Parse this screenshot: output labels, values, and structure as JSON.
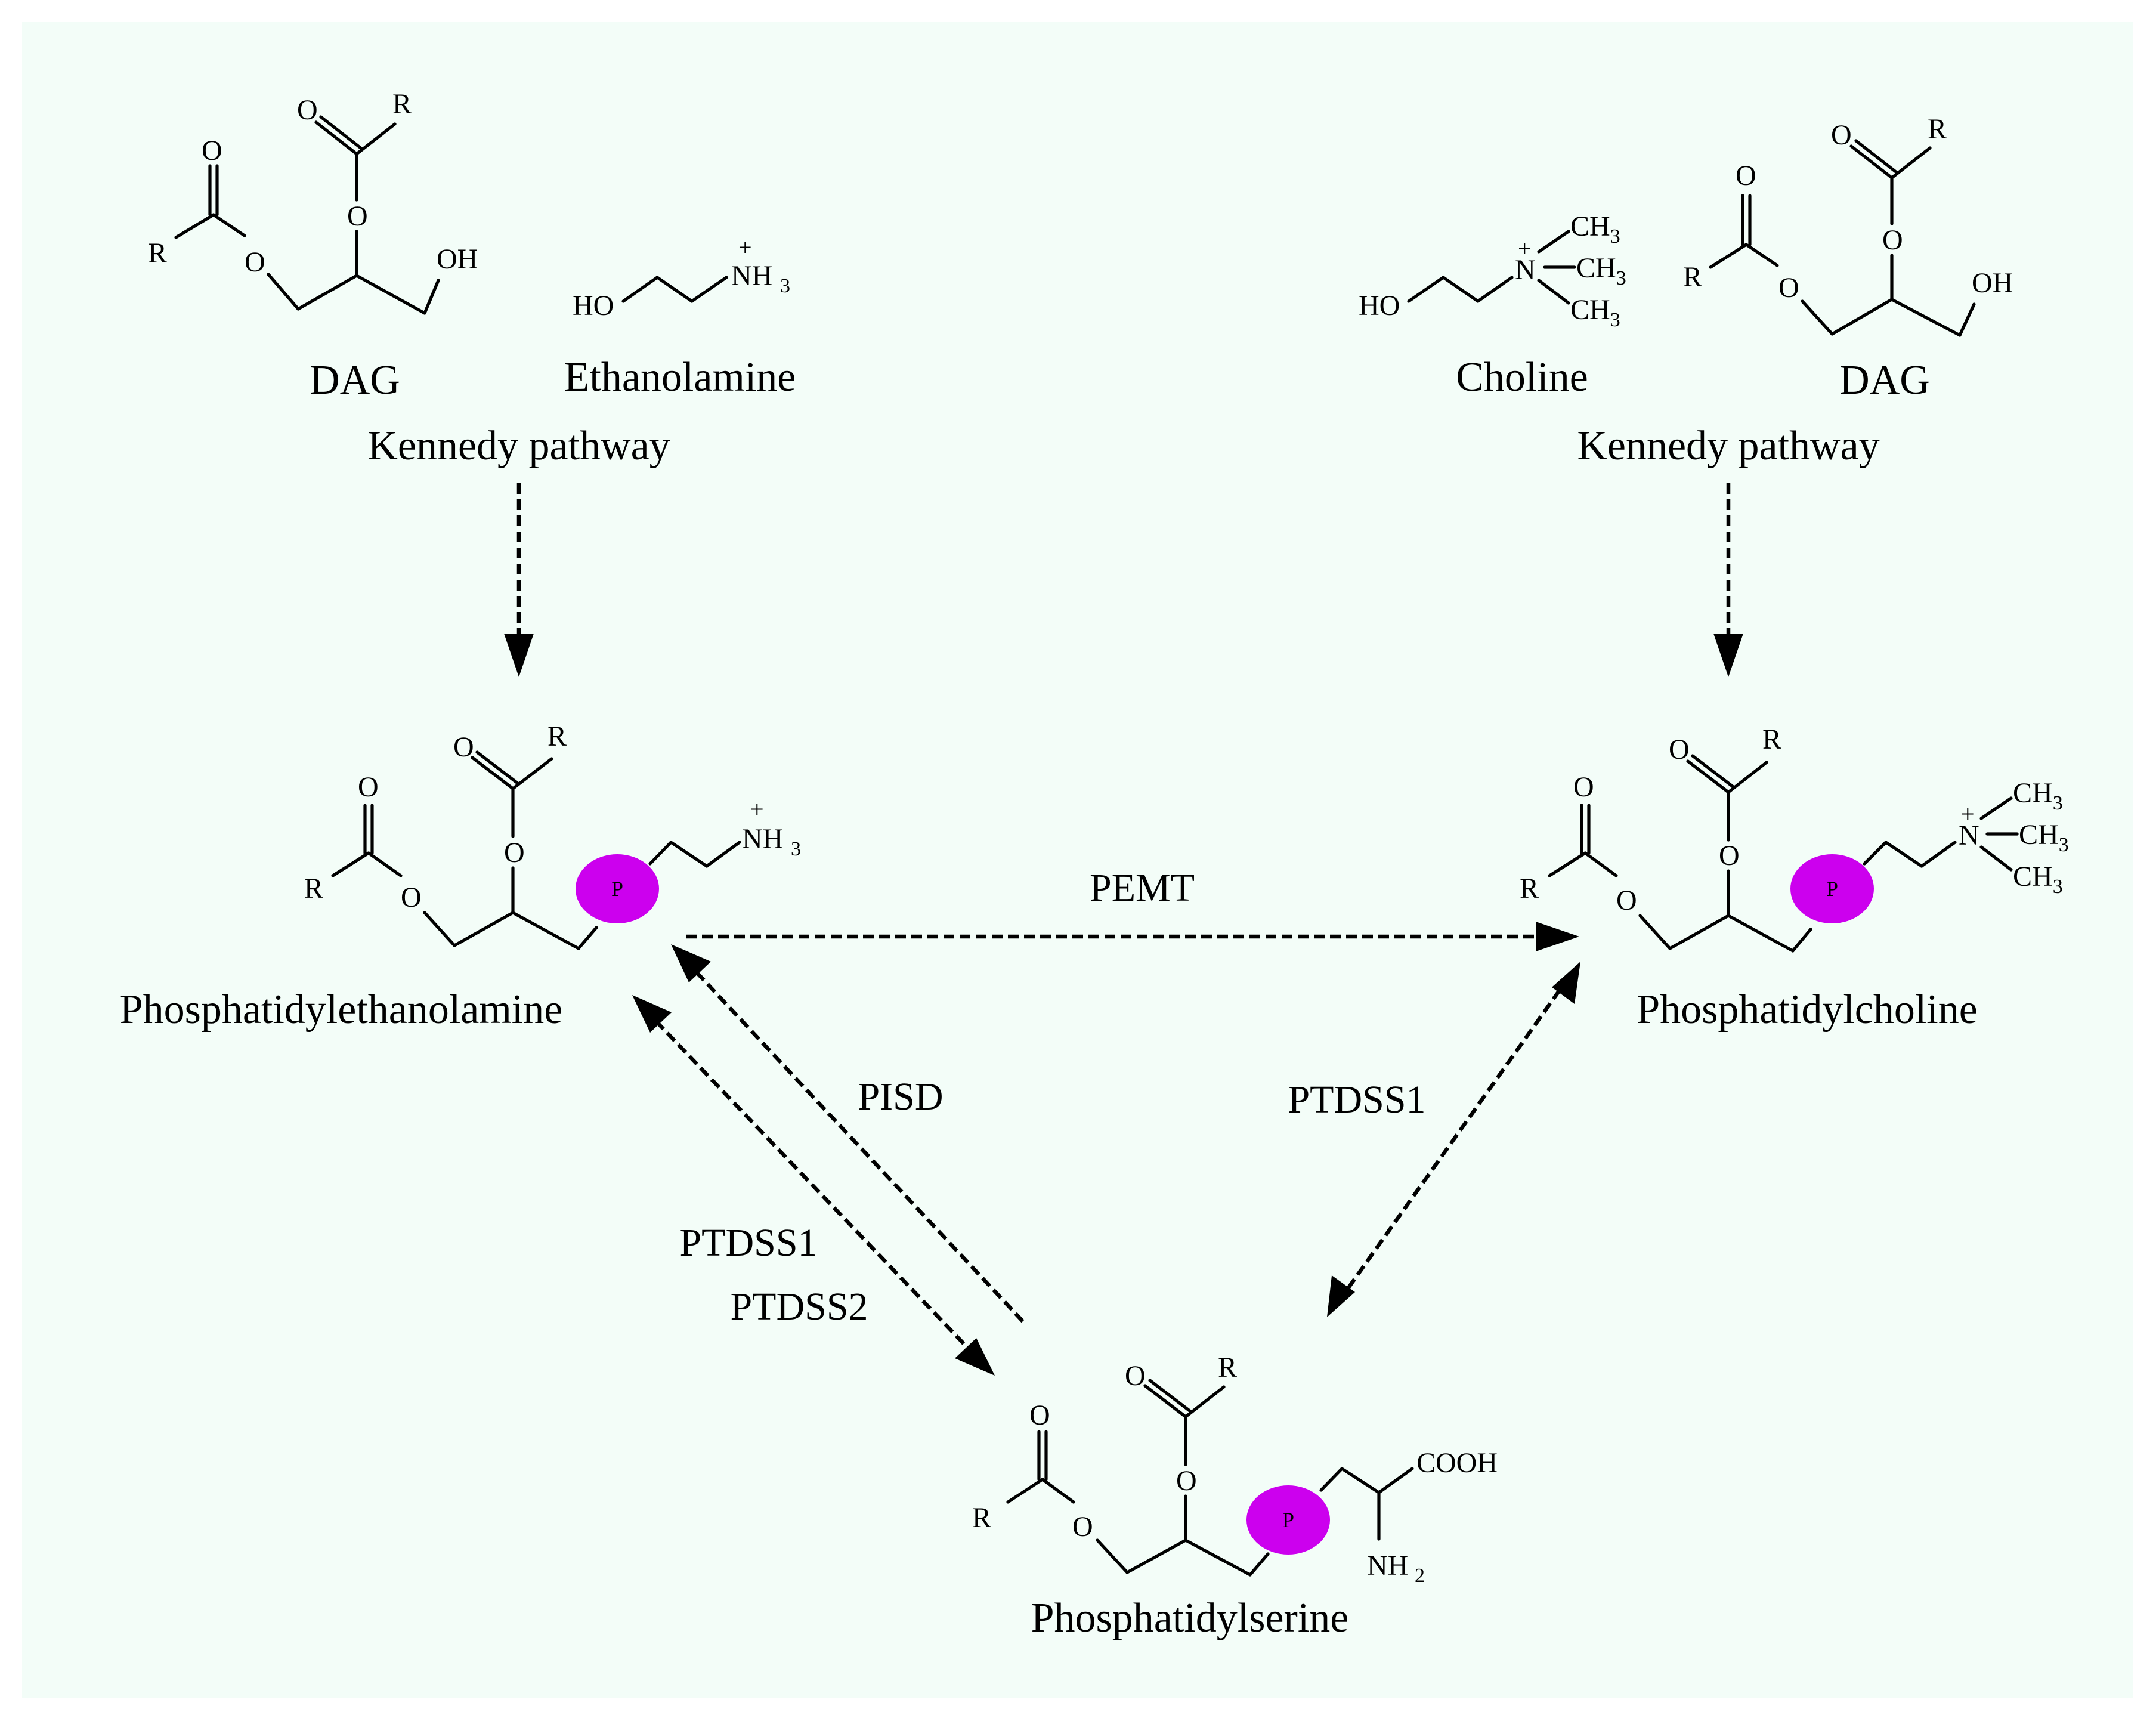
{
  "colors": {
    "background": "#f3fdf8",
    "phosphate": "#cc00ee",
    "ink": "#000000"
  },
  "atoms": {
    "O": "O",
    "R": "R",
    "OH": "OH",
    "HO": "HO",
    "P": "P",
    "N": "N",
    "NH": "NH",
    "CH": "CH",
    "COOH": "COOH",
    "sub3": "3",
    "sub2": "2",
    "plus": "+"
  },
  "molecules": {
    "dag_left": "DAG",
    "ethanolamine": "Ethanolamine",
    "choline": "Choline",
    "dag_right": "DAG",
    "pe": "Phosphatidylethanolamine",
    "pc": "Phosphatidylcholine",
    "ps": "Phosphatidylserine"
  },
  "pathways": {
    "kennedy_left": "Kennedy pathway",
    "kennedy_right": "Kennedy pathway"
  },
  "enzymes": {
    "pemt": "PEMT",
    "pisd": "PISD",
    "ptdss1_right": "PTDSS1",
    "ptdss1_left": "PTDSS1",
    "ptdss2": "PTDSS2"
  }
}
